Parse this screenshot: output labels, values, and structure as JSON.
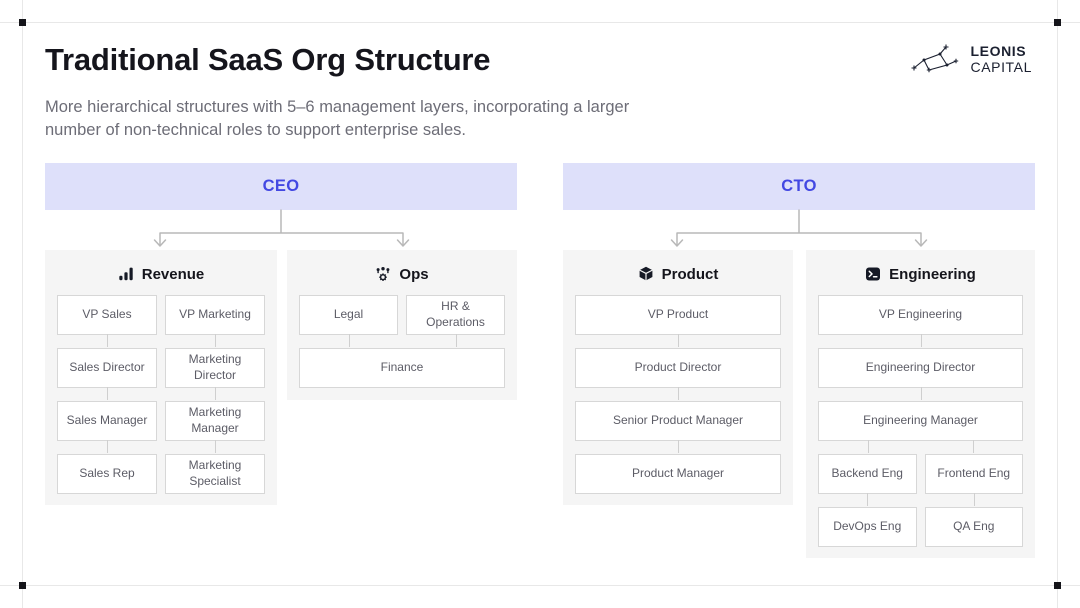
{
  "page": {
    "title": "Traditional SaaS Org Structure",
    "subtitle_lines": [
      "More hierarchical structures with 5–6 management layers, incorporating a larger",
      "number of non-technical roles to support enterprise sales."
    ]
  },
  "logo": {
    "line1": "LEONIS",
    "line2": "CAPITAL"
  },
  "colors": {
    "accent_text": "#4348E2",
    "exec_bg": "#DEE0FA",
    "panel_bg": "#F5F5F5",
    "box_border": "#D7D7D7",
    "connector": "#B8B8B8",
    "ink": "#161A26"
  },
  "org": {
    "executives": [
      {
        "label": "CEO"
      },
      {
        "label": "CTO"
      }
    ],
    "departments": [
      {
        "name": "Revenue",
        "icon": "bar-chart-icon",
        "reports_to": "CEO",
        "roles": [
          "VP Sales",
          "VP Marketing",
          "Sales Director",
          "Marketing Director",
          "Sales Manager",
          "Marketing Manager",
          "Sales Rep",
          "Marketing Specialist"
        ]
      },
      {
        "name": "Ops",
        "icon": "team-gear-icon",
        "reports_to": "CEO",
        "roles": [
          "Legal",
          "HR & Operations",
          "Finance"
        ]
      },
      {
        "name": "Product",
        "icon": "cube-icon",
        "reports_to": "CTO",
        "roles": [
          "VP Product",
          "Product Director",
          "Senior Product Manager",
          "Product Manager"
        ]
      },
      {
        "name": "Engineering",
        "icon": "terminal-icon",
        "reports_to": "CTO",
        "roles": [
          "VP Engineering",
          "Engineering Director",
          "Engineering Manager",
          "Backend Eng",
          "Frontend Eng",
          "DevOps Eng",
          "QA Eng"
        ]
      }
    ]
  }
}
